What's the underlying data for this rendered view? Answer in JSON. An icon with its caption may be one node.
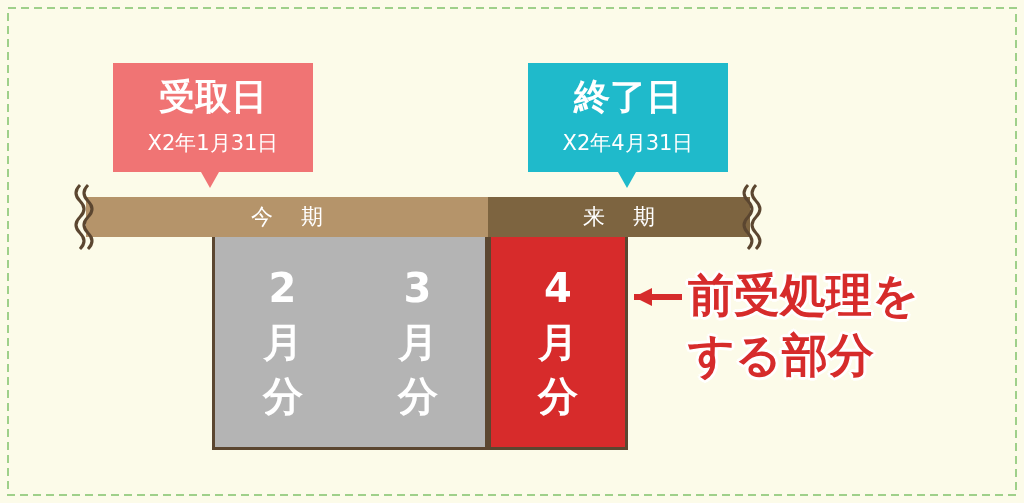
{
  "diagram": {
    "nodes": [
      {
        "text": [
          "受取日",
          "X2年1月31日"
        ]
      },
      {
        "text": [
          "終了日",
          "X2年4月31日"
        ]
      },
      {
        "text": [
          "今期"
        ]
      },
      {
        "text": [
          "来期"
        ]
      },
      {
        "text": [
          "2月分"
        ]
      },
      {
        "text": [
          "3月分"
        ]
      },
      {
        "text": [
          "4月分"
        ]
      },
      {
        "text": [
          "前受処理をする部分"
        ]
      }
    ],
    "edges": [
      {
        "from": 7,
        "to": 6,
        "arrow": "to"
      }
    ]
  }
}
